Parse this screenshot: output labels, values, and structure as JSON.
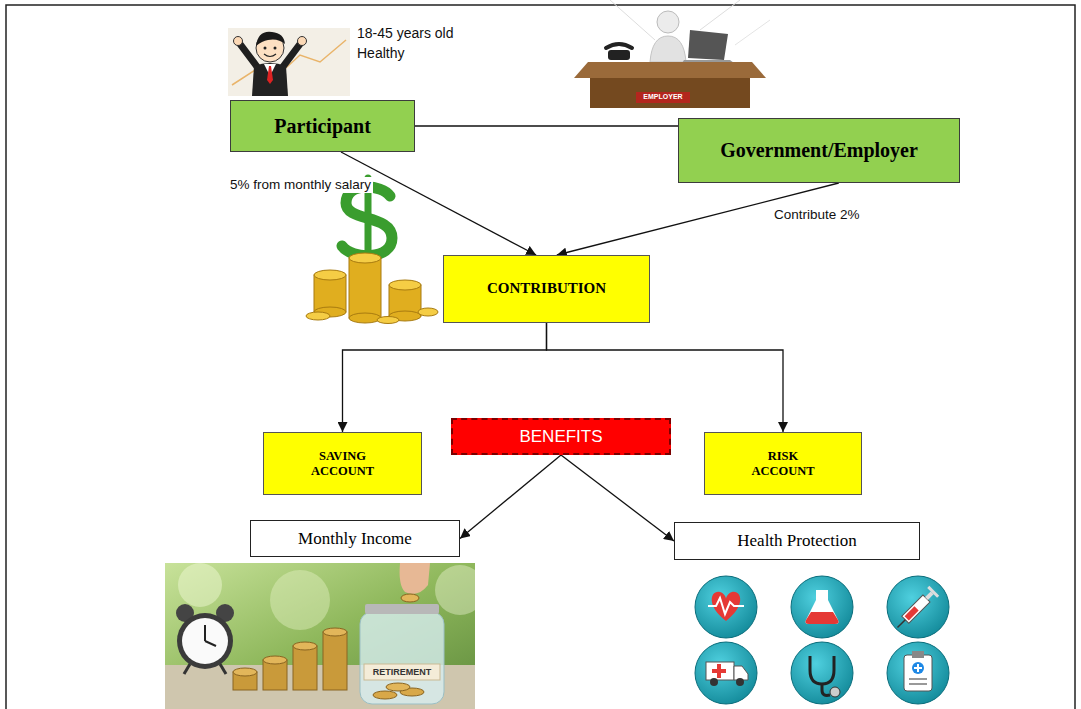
{
  "diagram": {
    "nodes": [
      {
        "text": [
          "Participant"
        ]
      },
      {
        "text": [
          "Government/Employer"
        ]
      },
      {
        "text": [
          "CONTRIBUTION"
        ]
      },
      {
        "text": [
          "SAVING ACCOUNT"
        ]
      },
      {
        "text": [
          "BENEFITS"
        ]
      },
      {
        "text": [
          "RISK ACCOUNT"
        ]
      },
      {
        "text": [
          "Monthly Income"
        ]
      },
      {
        "text": [
          "Health Protection"
        ]
      }
    ],
    "edges": [
      {
        "from": 0,
        "to": 1,
        "arrow": "none"
      },
      {
        "from": 0,
        "to": 2,
        "label": "5% from monthly salary",
        "arrow": "to"
      },
      {
        "from": 1,
        "to": 2,
        "label": "Contribute 2%",
        "arrow": "to"
      },
      {
        "from": 2,
        "to": 3,
        "arrow": "to"
      },
      {
        "from": 2,
        "to": 5,
        "arrow": "to"
      },
      {
        "from": 4,
        "to": 6,
        "arrow": "to"
      },
      {
        "from": 4,
        "to": 7,
        "arrow": "to"
      }
    ],
    "labels": [
      "18-45 years old",
      "Healthy",
      "EMPLOYER",
      "RETIREMENT"
    ]
  }
}
